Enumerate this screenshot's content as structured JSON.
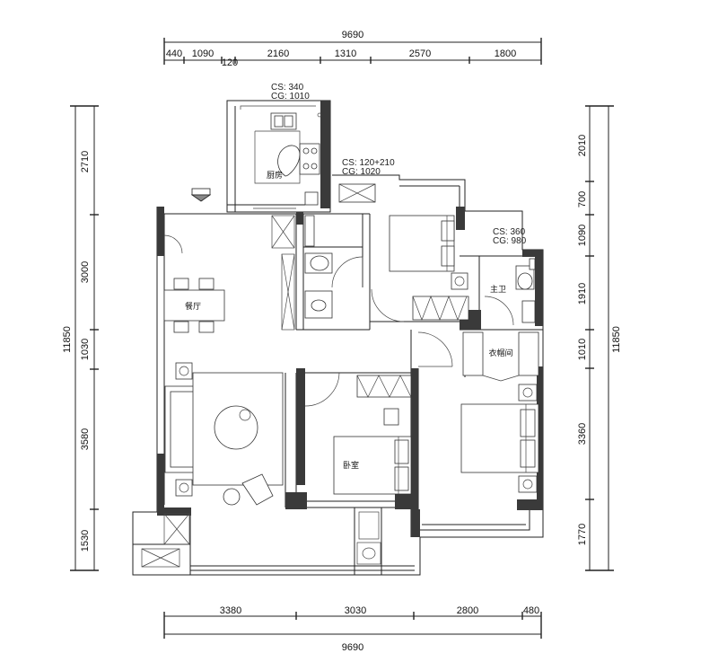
{
  "dimensions": {
    "top_total": "9690",
    "top_segments": [
      "440",
      "1090",
      "120",
      "2160",
      "1310",
      "2570",
      "1800"
    ],
    "bottom_total": "9690",
    "bottom_segments": [
      "3380",
      "3030",
      "2800",
      "480"
    ],
    "left_total": "11850",
    "left_segments": [
      "2710",
      "3000",
      "1030",
      "3580",
      "1530"
    ],
    "right_total": "11850",
    "right_segments": [
      "2010",
      "700",
      "1090",
      "1910",
      "1010",
      "3360",
      "1770"
    ]
  },
  "notes": {
    "kitchen_cs": "CS: 340",
    "kitchen_cg": "CG: 1010",
    "balcony_cs": "CS: 120+210",
    "balcony_cg": "CG: 1020",
    "master_bath_cs": "CS: 360",
    "master_bath_cg": "CG: 980"
  },
  "rooms": {
    "kitchen": "厨房",
    "dining": "餐厅",
    "master_bath": "主卫",
    "closet": "衣帽间",
    "bedroom": "卧室"
  },
  "colors": {
    "wall": "#3a3a3a",
    "line": "#222222"
  }
}
